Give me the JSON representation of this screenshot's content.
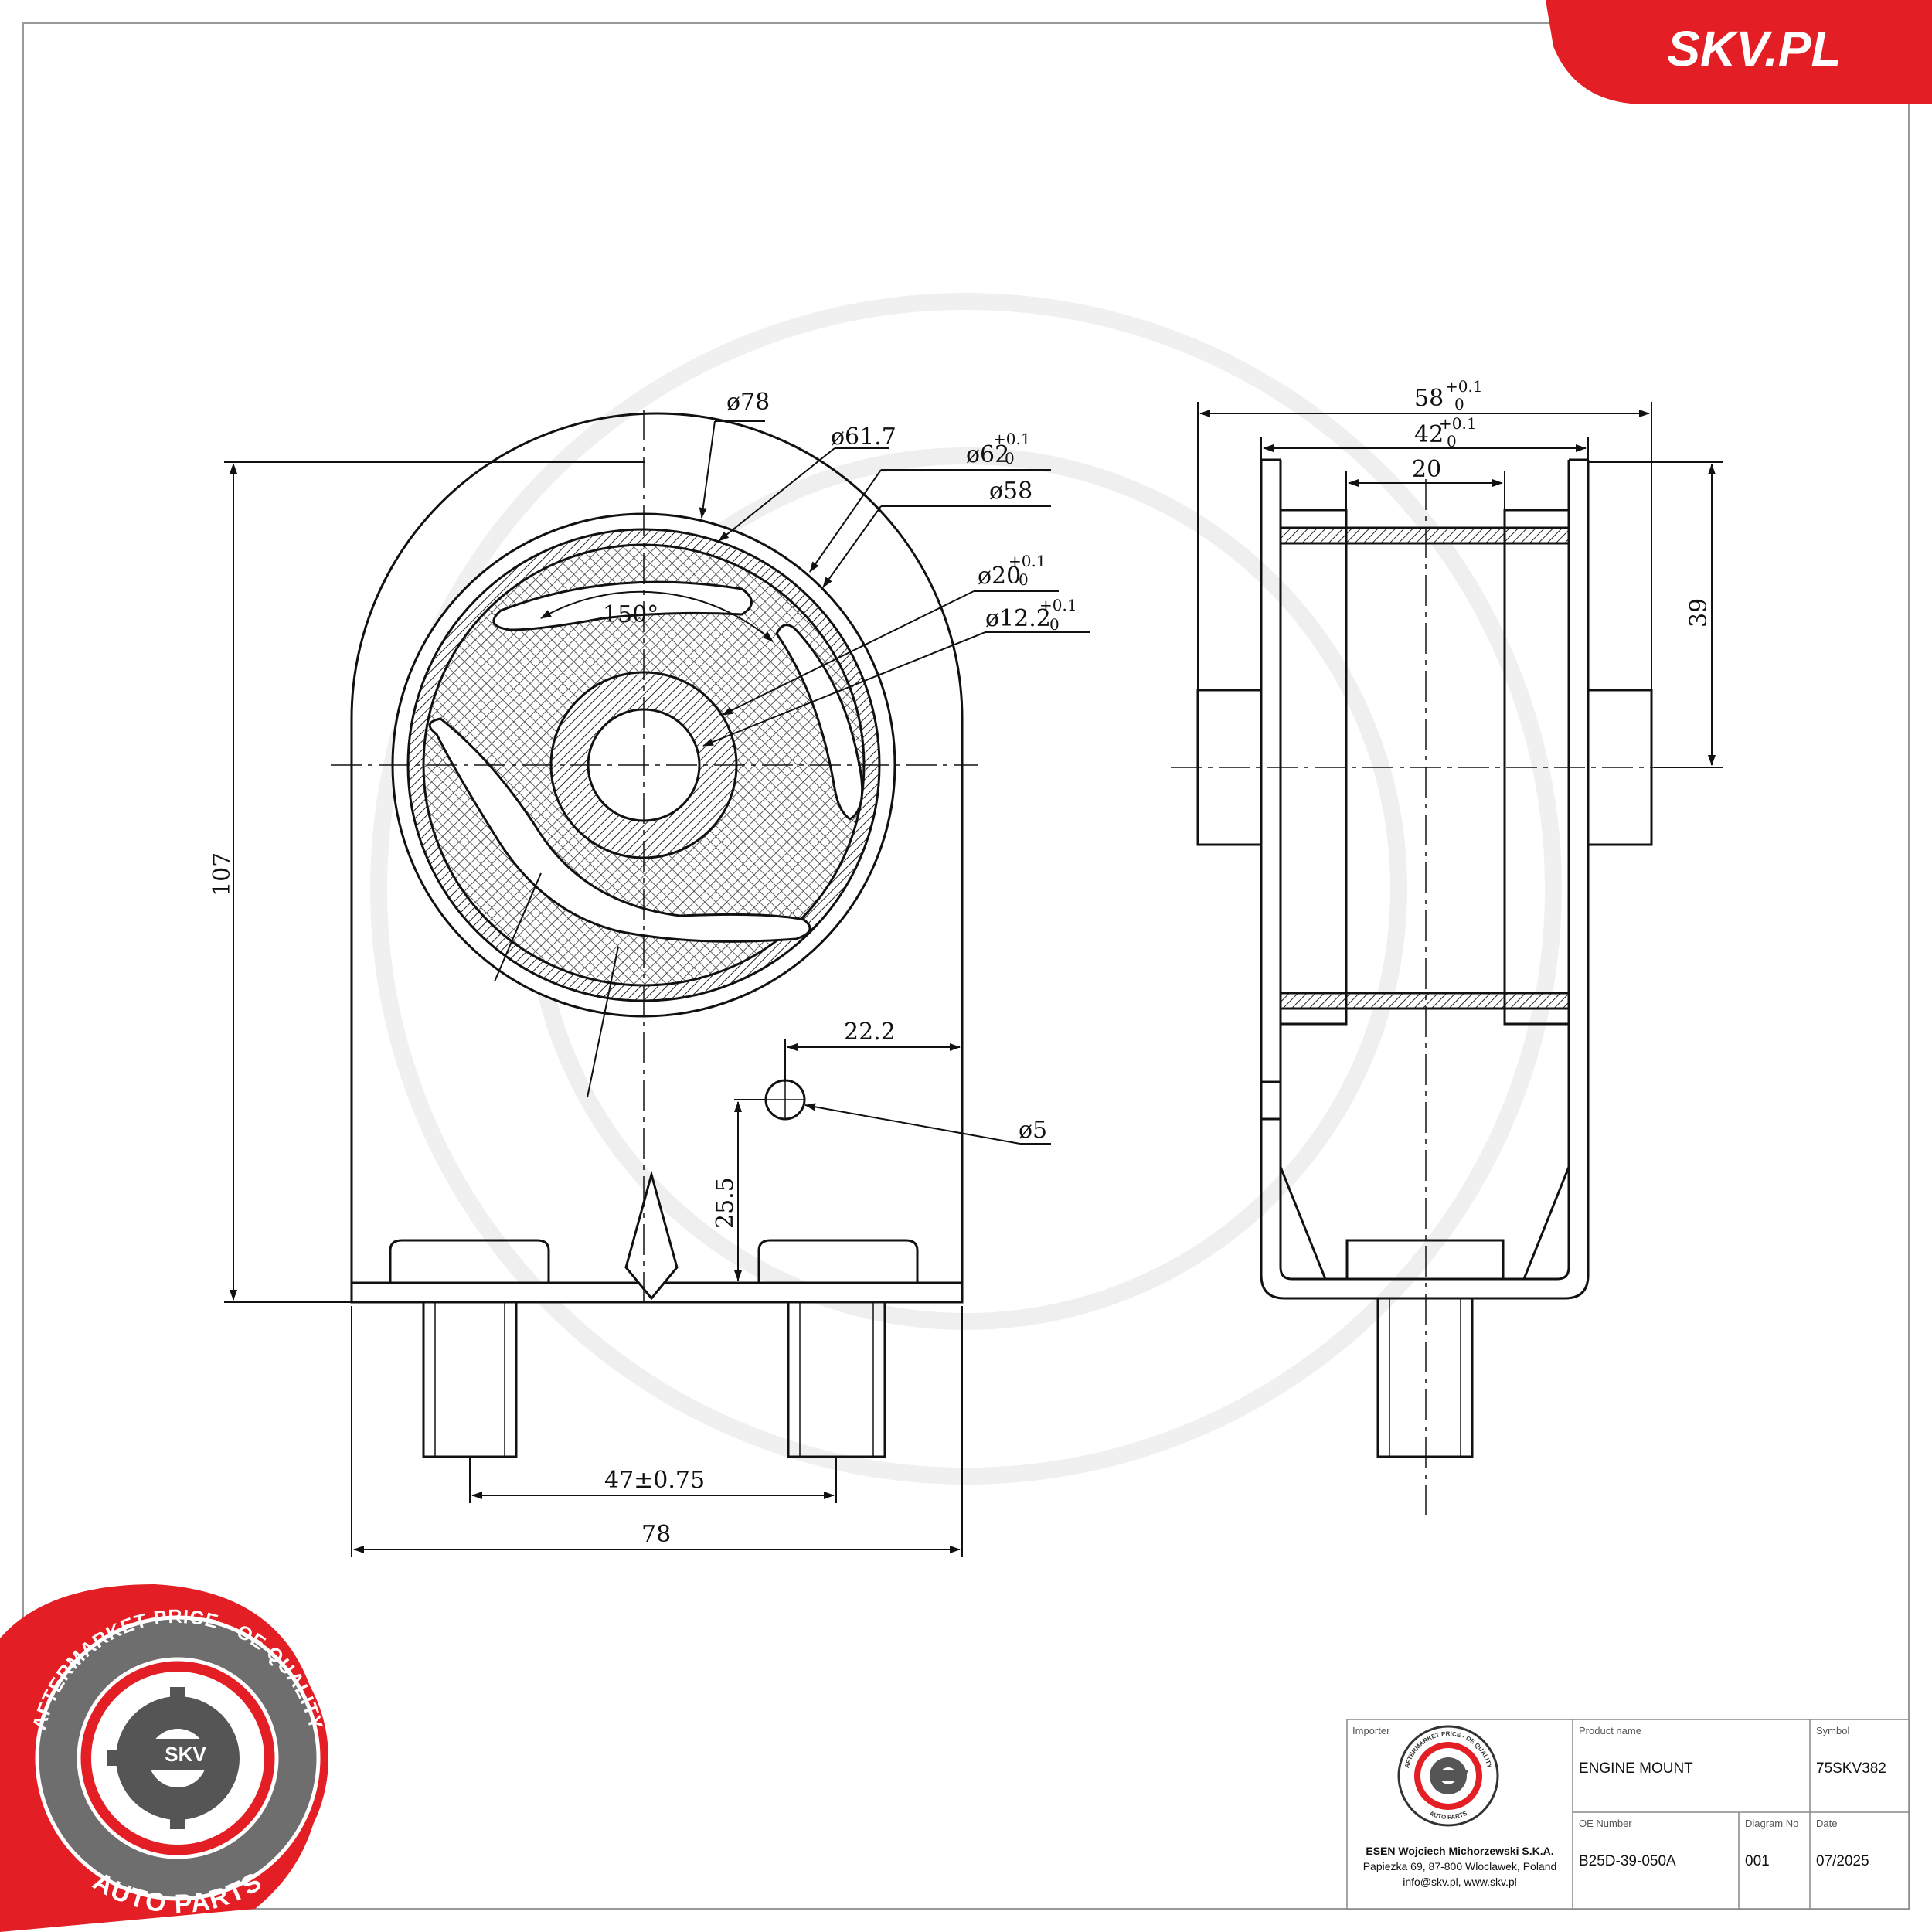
{
  "brand": {
    "name": "SKV.PL",
    "color": "#e31e24"
  },
  "seal": {
    "ring_top": "AFTERMARKET PRICE - OE QUALITY",
    "ring_bottom": "AUTO PARTS",
    "center": "SKV"
  },
  "front_view": {
    "d78": "ø78",
    "d61_7": "ø61.7",
    "d62": "ø62",
    "d62_tol_plus": "+0.1",
    "d62_tol_minus": "0",
    "d58": "ø58",
    "d20": "ø20",
    "d20_tol_plus": "+0.1",
    "d20_tol_minus": "0",
    "d12_2": "ø12.2",
    "d12_2_tol_plus": "+0.1",
    "d12_2_tol_minus": "0",
    "angle": "150°",
    "height": "107",
    "offset": "22.2",
    "hole": "ø5",
    "hole_height": "25.5",
    "stud_spacing": "47±0.75",
    "width": "78"
  },
  "side_view": {
    "outer_width": "58",
    "outer_tol_plus": "+0.1",
    "outer_tol_minus": "0",
    "inner_width": "42",
    "inner_tol_plus": "+0.1",
    "inner_tol_minus": "0",
    "center_width": "20",
    "height": "39"
  },
  "title_block": {
    "importer_label": "Importer",
    "importer_name": "ESEN Wojciech Michorzewski S.K.A.",
    "importer_address": "Papiezka 69, 87-800 Wloclawek, Poland",
    "importer_contact": "info@skv.pl, www.skv.pl",
    "product_label": "Product name",
    "product_value": "ENGINE MOUNT",
    "symbol_label": "Symbol",
    "symbol_value": "75SKV382",
    "oe_label": "OE Number",
    "oe_value": "B25D-39-050A",
    "diagram_label": "Diagram No",
    "diagram_value": "001",
    "date_label": "Date",
    "date_value": "07/2025"
  }
}
